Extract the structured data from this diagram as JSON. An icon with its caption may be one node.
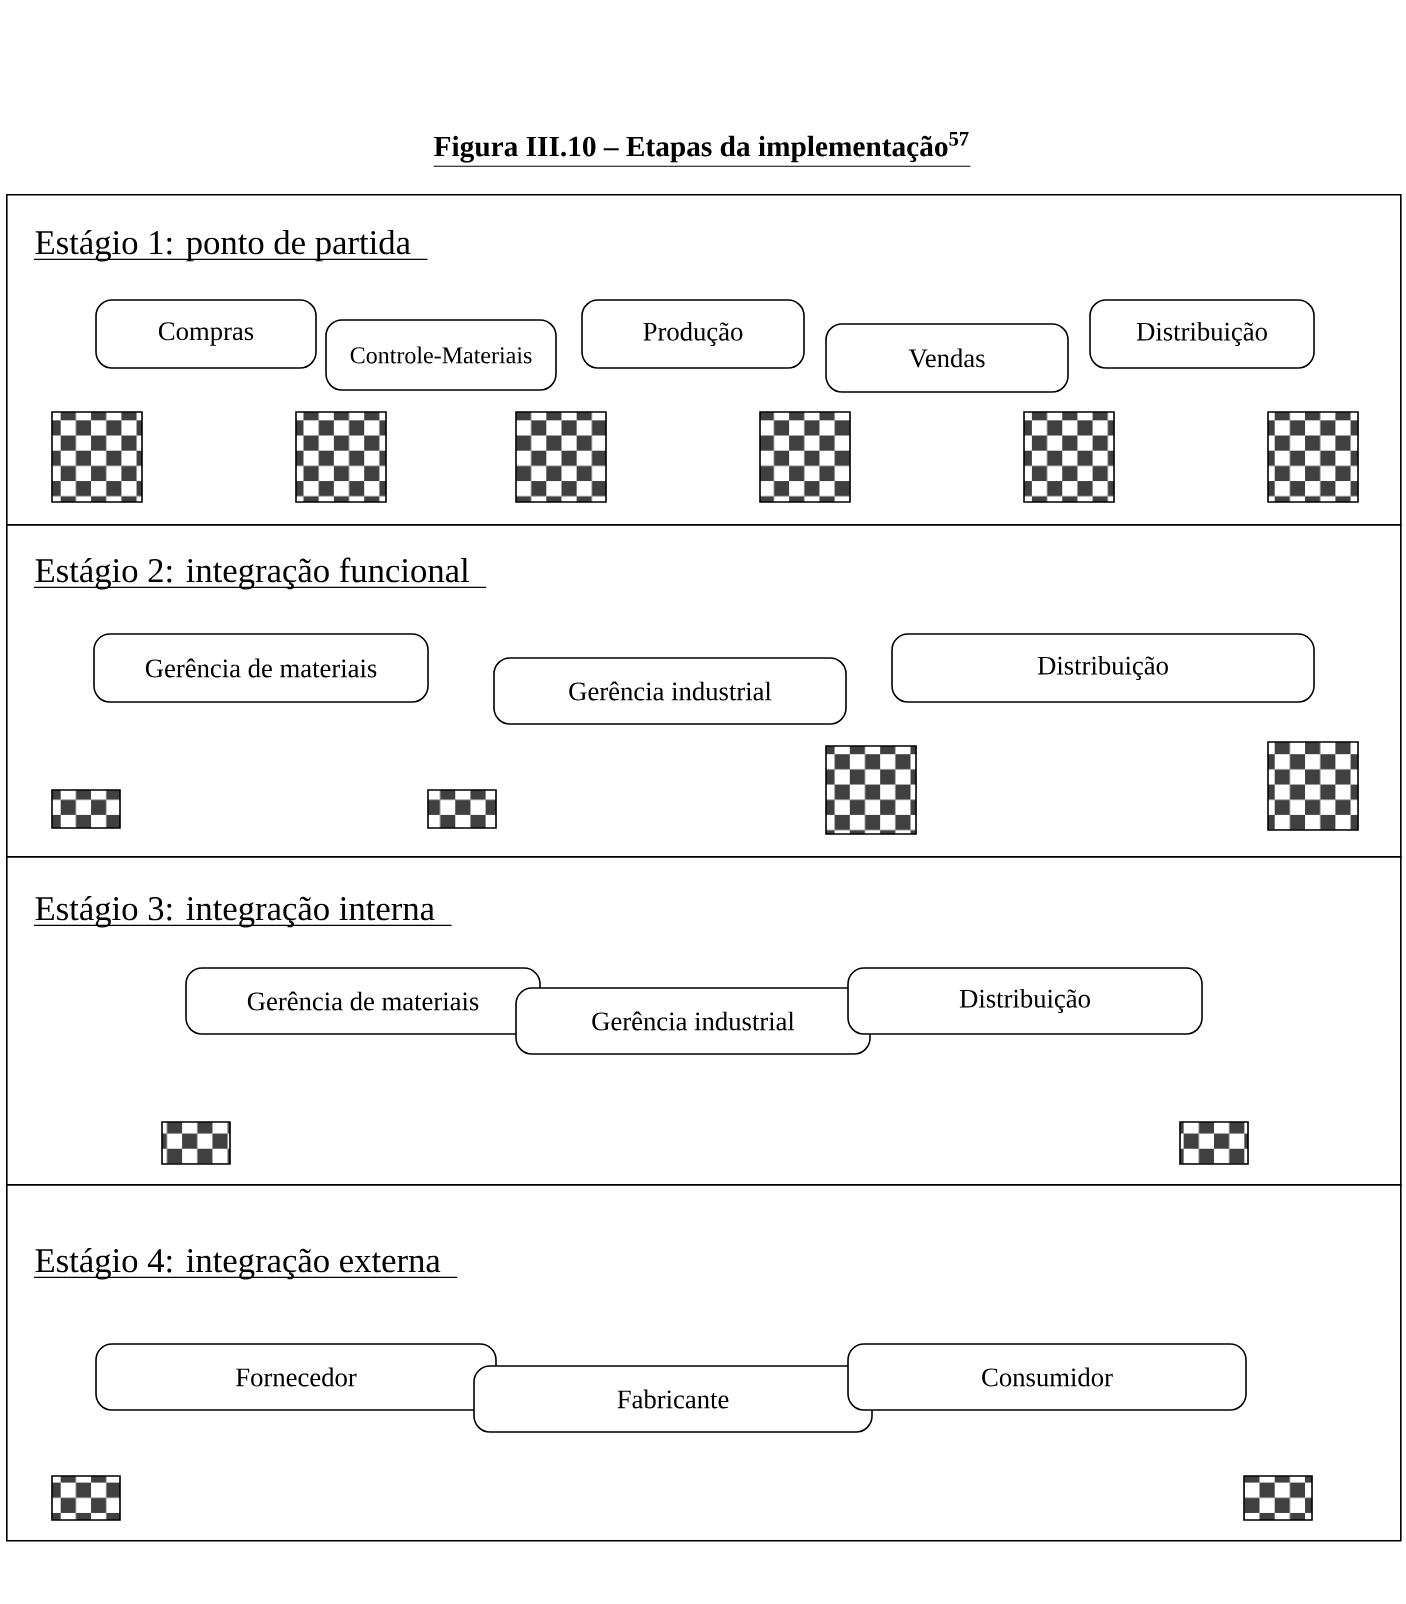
{
  "diagram": {
    "title": "Figura III.10 – Etapas da implementação$^{57}$",
    "nodes": [
      {
        "text": [
          "Estágio 1: ponto de partida"
        ]
      },
      {
        "text": [
          "Compras"
        ],
        "in": 0
      },
      {
        "text": [
          "Controle-Materiais"
        ],
        "in": 0
      },
      {
        "text": [
          "Produção"
        ],
        "in": 0
      },
      {
        "text": [
          "Vendas"
        ],
        "in": 0
      },
      {
        "text": [
          "Distribuição"
        ],
        "in": 0
      },
      {
        "text": [
          "Estágio 2: integração funcional"
        ]
      },
      {
        "text": [
          "Gerência de materiais"
        ],
        "in": 6
      },
      {
        "text": [
          "Gerência industrial"
        ],
        "in": 6
      },
      {
        "text": [
          "Distribuição"
        ],
        "in": 6
      },
      {
        "text": [
          "Estágio 3: integração interna"
        ]
      },
      {
        "text": [
          "Gerência de materiais"
        ],
        "in": 10
      },
      {
        "text": [
          "Gerência industrial"
        ],
        "in": 10
      },
      {
        "text": [
          "Distribuição"
        ],
        "in": 10
      },
      {
        "text": [
          "Estágio 4: integração externa"
        ]
      },
      {
        "text": [
          "Fornecedor"
        ],
        "in": 14
      },
      {
        "text": [
          "Fabricante"
        ],
        "in": 14
      },
      {
        "text": [
          "Consumidor"
        ],
        "in": 14
      }
    ],
    "edges": []
  }
}
